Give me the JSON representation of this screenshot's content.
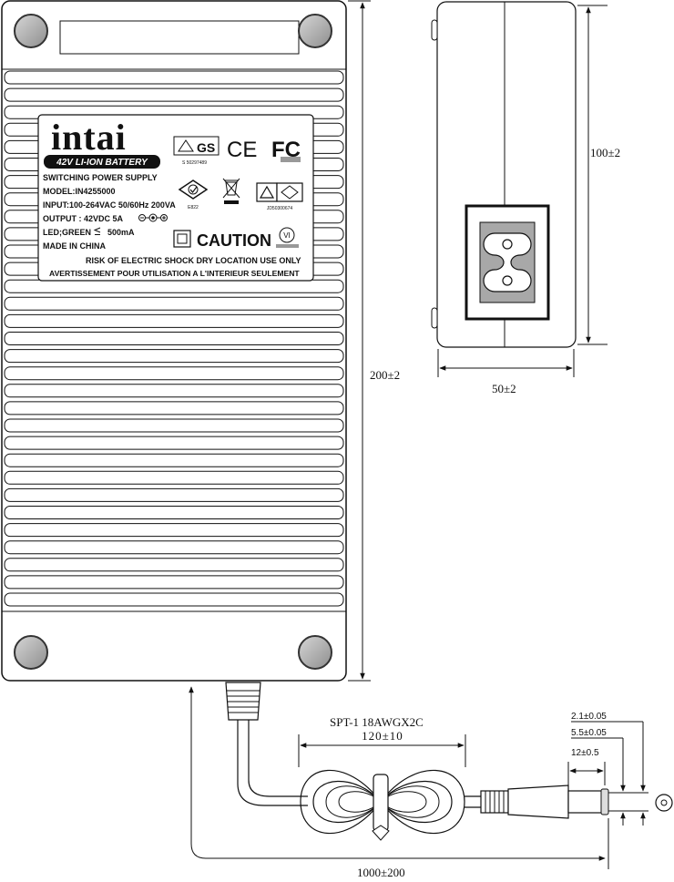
{
  "label": {
    "brand": "intai",
    "battery": "42V LI-ION BATTERY",
    "line1": "SWITCHING POWER SUPPLY",
    "line2": "MODEL:IN4255000",
    "line3": "INPUT:100-264VAC 50/60Hz 200VA",
    "line4": "OUTPUT : 42VDC 5A",
    "line5": "LED;GREEN",
    "line5_value": "500mA",
    "line6": "MADE IN CHINA",
    "caution": "CAUTION",
    "vi_mark": "VI",
    "risk": "RISK OF ELECTRIC SHOCK  DRY LOCATION USE ONLY",
    "avertissement": "AVERTISSEMENT POUR UTILISATION A L'INTERIEUR SEULEMENT",
    "gs_number": "S 50297489",
    "rcm_code": "E822",
    "tuv_code": "JD50300674",
    "ce": "CE",
    "fcc": "FC"
  },
  "dimensions": {
    "length": "200±2",
    "height": "100±2",
    "width": "50±2",
    "cable_total": "1000±200",
    "cable_type": "SPT-1 18AWGX2C",
    "cable_coil": "120±10",
    "pin_dia": "2.1±0.05",
    "barrel_dia": "5.5±0.05",
    "barrel_len": "12±0.5"
  }
}
